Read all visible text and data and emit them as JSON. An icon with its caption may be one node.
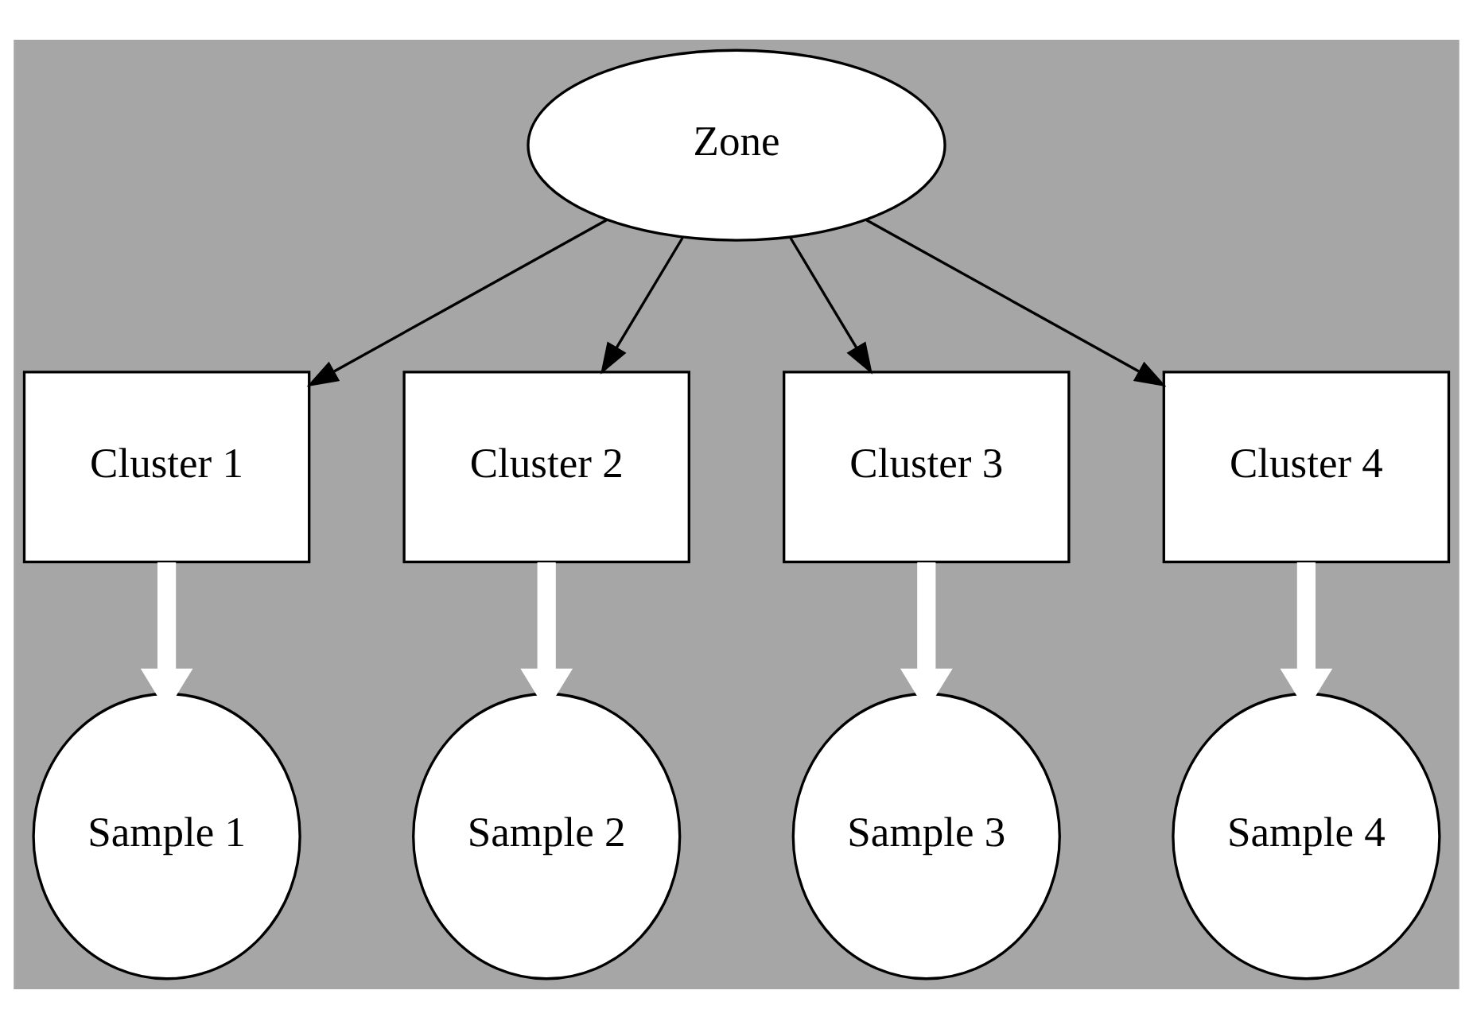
{
  "diagram": {
    "nodes": [
      {
        "text": [
          "Zone"
        ]
      },
      {
        "text": [
          "Cluster 1"
        ]
      },
      {
        "text": [
          "Cluster 2"
        ]
      },
      {
        "text": [
          "Cluster 3"
        ]
      },
      {
        "text": [
          "Cluster 4"
        ]
      },
      {
        "text": [
          "Sample 1"
        ]
      },
      {
        "text": [
          "Sample 2"
        ]
      },
      {
        "text": [
          "Sample 3"
        ]
      },
      {
        "text": [
          "Sample 4"
        ]
      }
    ],
    "edges": [
      {
        "from": 0,
        "to": 1,
        "arrow": "to"
      },
      {
        "from": 0,
        "to": 2,
        "arrow": "to"
      },
      {
        "from": 0,
        "to": 3,
        "arrow": "to"
      },
      {
        "from": 0,
        "to": 4,
        "arrow": "to"
      },
      {
        "from": 1,
        "to": 5,
        "arrow": "to",
        "style": "thick",
        "color": "#ffffff"
      },
      {
        "from": 2,
        "to": 6,
        "arrow": "to",
        "style": "thick",
        "color": "#ffffff"
      },
      {
        "from": 3,
        "to": 7,
        "arrow": "to",
        "style": "thick",
        "color": "#ffffff"
      },
      {
        "from": 4,
        "to": 8,
        "arrow": "to",
        "style": "thick",
        "color": "#ffffff"
      }
    ]
  }
}
